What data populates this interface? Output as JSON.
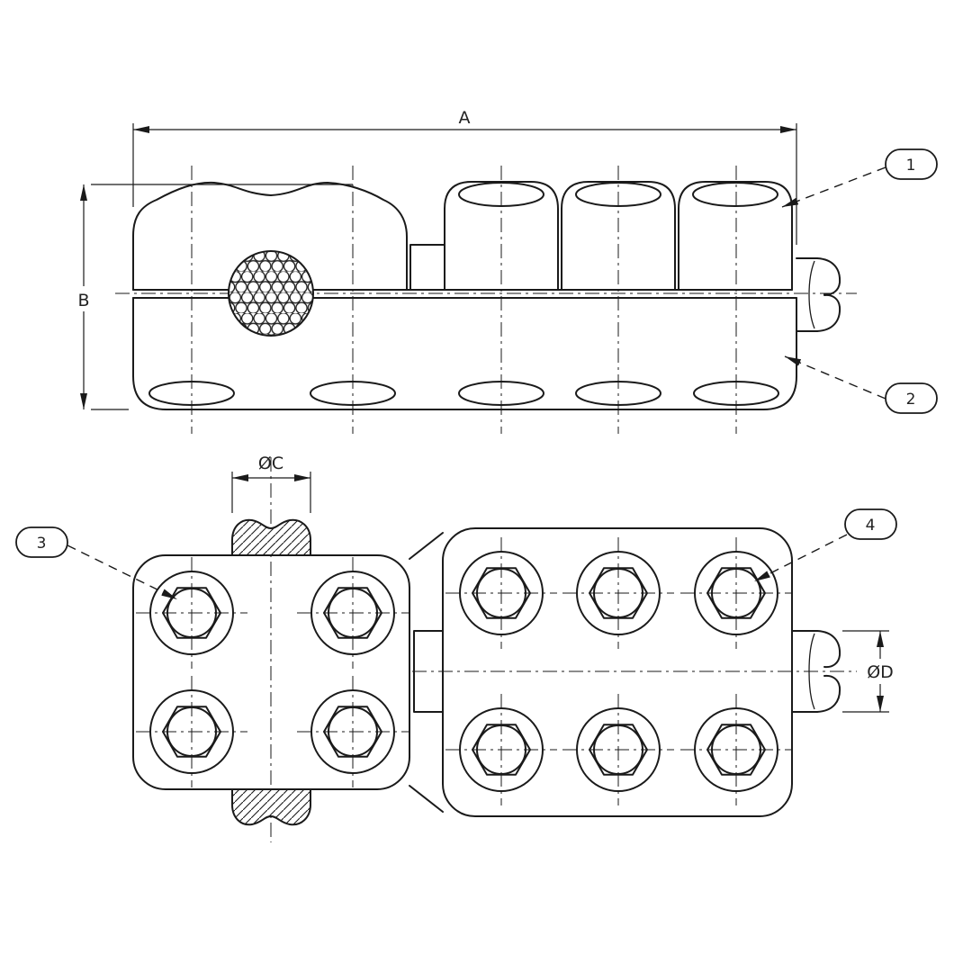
{
  "drawing": {
    "labels": {
      "dim_a": "A",
      "dim_b": "B",
      "dim_c": "ØC",
      "dim_d": "ØD",
      "balloon_1": "1",
      "balloon_2": "2",
      "balloon_3": "3",
      "balloon_4": "4"
    },
    "colors": {
      "line": "#1a1a1a",
      "background": "#ffffff"
    }
  }
}
